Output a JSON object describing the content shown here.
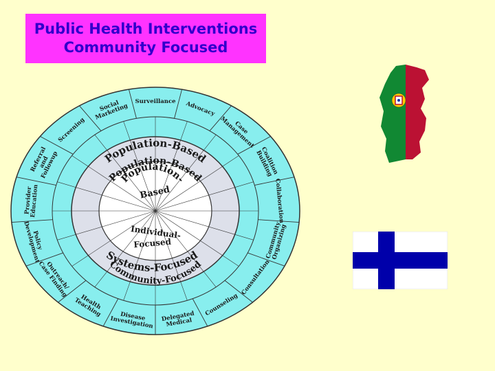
{
  "slide": {
    "title_line1": "Public Health Interventions",
    "title_line2": "Community Focused",
    "title_color": "#3300cc",
    "title_bg": "#ff33ff",
    "background": "#ffffcc"
  },
  "wheel": {
    "outer_color": "#88eeee",
    "middle_color": "#dde0ea",
    "inner_color": "#ffffff",
    "ring_labels": {
      "outer_top": "Population-Based",
      "outer_bottom": "Systems-Focused",
      "middle_top": "Population-Based",
      "middle_bottom": "Community-Focused",
      "inner_top_1": "Population-",
      "inner_top_2": "Based",
      "inner_bottom_1": "Individual-",
      "inner_bottom_2": "Focused"
    },
    "interventions": [
      {
        "lines": [
          "Advocacy"
        ]
      },
      {
        "lines": [
          "Case",
          "Management"
        ]
      },
      {
        "lines": [
          "Coalition",
          "Building"
        ]
      },
      {
        "lines": [
          "Collaboration"
        ]
      },
      {
        "lines": [
          "Community",
          "Organizing"
        ]
      },
      {
        "lines": [
          "Consultation"
        ]
      },
      {
        "lines": [
          "Counseling"
        ]
      },
      {
        "lines": [
          "Delegated",
          "Medical"
        ]
      },
      {
        "lines": [
          "Disease",
          "Investigation"
        ]
      },
      {
        "lines": [
          "Health",
          "Teaching"
        ]
      },
      {
        "lines": [
          "Outreach/",
          "Case Finding"
        ]
      },
      {
        "lines": [
          "Policy",
          "Development"
        ]
      },
      {
        "lines": [
          "Provider",
          "Education"
        ]
      },
      {
        "lines": [
          "Referral",
          "and",
          "Followup"
        ]
      },
      {
        "lines": [
          "Screening"
        ]
      },
      {
        "lines": [
          "Social",
          "Marketing"
        ]
      },
      {
        "lines": [
          "Surveillance"
        ]
      }
    ]
  },
  "flags": {
    "portugal": {
      "green": "#118833",
      "red": "#bb1133",
      "emblem": "#ffcc00"
    },
    "finland": {
      "white": "#ffffff",
      "blue": "#0000aa"
    }
  }
}
